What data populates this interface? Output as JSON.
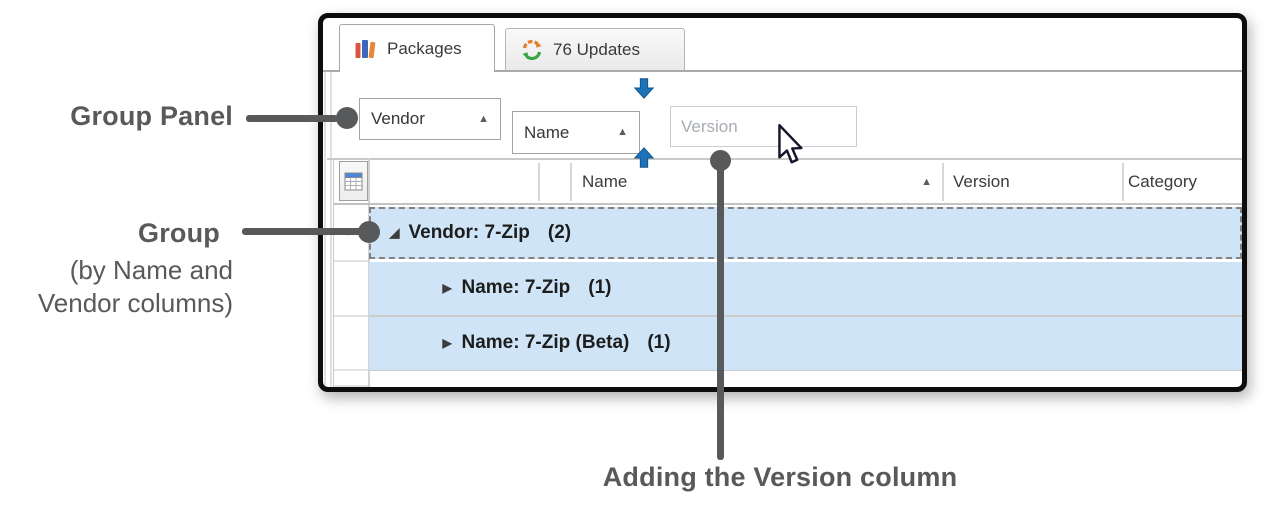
{
  "annotations": {
    "group_panel_label": "Group Panel",
    "group_label": "Group",
    "group_sub1": "(by Name and",
    "group_sub2": "Vendor columns)",
    "bottom_label": "Adding the Version column",
    "color": "#58595b"
  },
  "window": {
    "tabs": [
      {
        "label": "Packages",
        "active": true,
        "icon": "packages-icon"
      },
      {
        "label": "76 Updates",
        "active": false,
        "icon": "updates-icon"
      }
    ]
  },
  "group_panel": {
    "items": [
      {
        "label": "Vendor",
        "sort": "ascending"
      },
      {
        "label": "Name",
        "sort": "ascending"
      }
    ],
    "dragging": {
      "label": "Version"
    }
  },
  "grid": {
    "columns": [
      {
        "label": ""
      },
      {
        "label": ""
      },
      {
        "label": "Name",
        "sort": "ascending"
      },
      {
        "label": "Version"
      },
      {
        "label": "Category"
      }
    ],
    "rows": [
      {
        "level": 0,
        "expanded": true,
        "focused": true,
        "label": "Vendor: 7-Zip",
        "count": "(2)"
      },
      {
        "level": 1,
        "expanded": false,
        "focused": false,
        "label": "Name: 7-Zip",
        "count": "(1)"
      },
      {
        "level": 1,
        "expanded": false,
        "focused": false,
        "label": "Name: 7-Zip (Beta)",
        "count": "(1)"
      }
    ]
  },
  "icons": {
    "sort_asc": "▲",
    "expanded": "◢",
    "collapsed": "▶"
  },
  "colors": {
    "row_selection_blue": "#cfe5f7",
    "drop_arrow_blue": "#1e72b8",
    "annotation_gray": "#58595b",
    "frame_border": "#0d0d0d"
  }
}
